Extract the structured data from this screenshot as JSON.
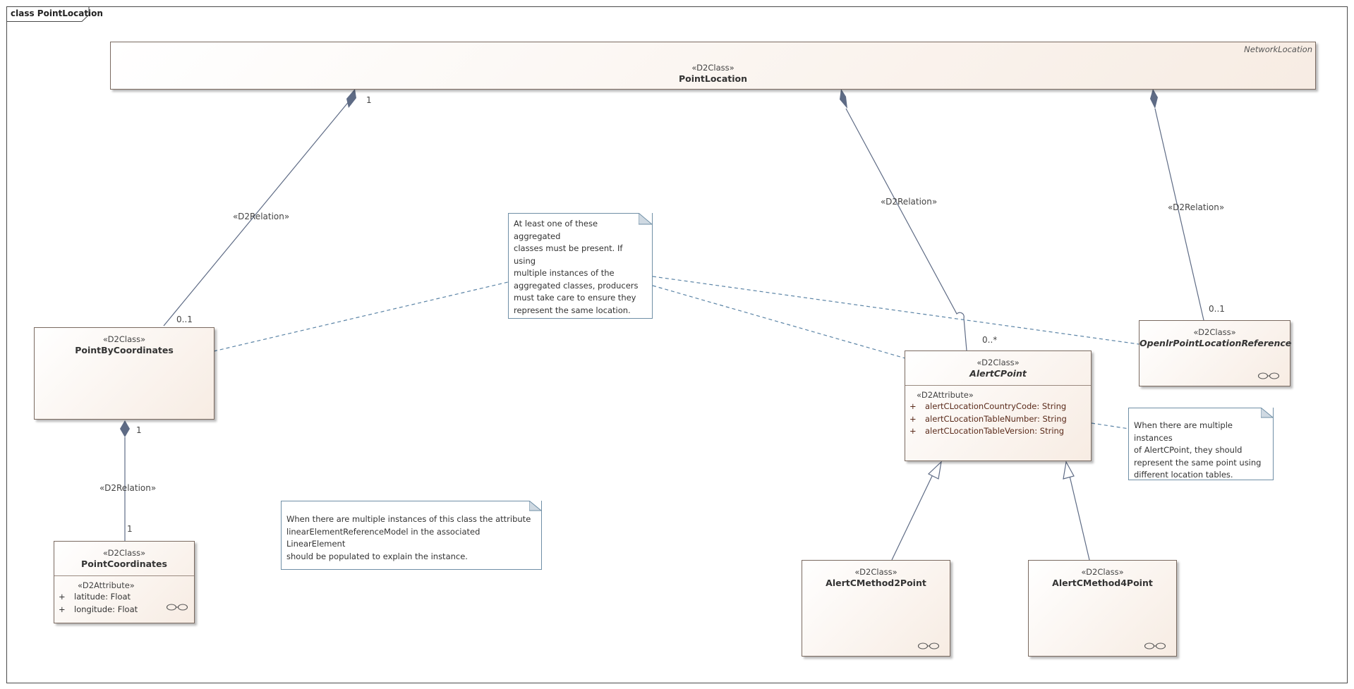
{
  "diagram": {
    "frame_title": "class PointLocation"
  },
  "classes": {
    "point_location": {
      "stereotype": "«D2Class»",
      "name": "PointLocation",
      "superclass": "NetworkLocation"
    },
    "point_by_coordinates": {
      "stereotype": "«D2Class»",
      "name": "PointByCoordinates"
    },
    "point_coordinates": {
      "stereotype": "«D2Class»",
      "name": "PointCoordinates",
      "attr_stereotype": "«D2Attribute»",
      "attributes": [
        {
          "vis": "+",
          "text": "latitude: Float"
        },
        {
          "vis": "+",
          "text": "longitude: Float"
        }
      ]
    },
    "alertc_point": {
      "stereotype": "«D2Class»",
      "name": "AlertCPoint",
      "attr_stereotype": "«D2Attribute»",
      "attributes": [
        {
          "vis": "+",
          "text": "alertCLocationCountryCode: String"
        },
        {
          "vis": "+",
          "text": "alertCLocationTableNumber: String"
        },
        {
          "vis": "+",
          "text": "alertCLocationTableVersion: String"
        }
      ]
    },
    "openlr_point_location_reference": {
      "stereotype": "«D2Class»",
      "name": "OpenlrPointLocationReference"
    },
    "alertc_method2_point": {
      "stereotype": "«D2Class»",
      "name": "AlertCMethod2Point"
    },
    "alertc_method4_point": {
      "stereotype": "«D2Class»",
      "name": "AlertCMethod4Point"
    }
  },
  "notes": {
    "aggregated_classes": "At least one of these aggregated\nclasses must be present. If using\nmultiple instances of the\naggregated classes, producers\nmust take care to ensure they\nrepresent the same location.",
    "linear_element": "When there are multiple instances of this class the attribute\nlinearElementReferenceModel in the associated LinearElement\nshould be populated to explain the instance.",
    "alertc_point": "When there are multiple instances\nof AlertCPoint, they should\nrepresent the same point using\ndifferent location tables."
  },
  "relations": {
    "stereotype": "«D2Relation»",
    "location_to_coordinates": {
      "source_mult": "1",
      "target_mult": "0..1"
    },
    "coordinates_to_point_coordinates": {
      "source_mult": "1",
      "target_mult": "1"
    },
    "location_to_alertc": {
      "target_mult": "0..*"
    },
    "location_to_openlr": {
      "target_mult": "0..1"
    }
  },
  "colors": {
    "class_border": "#7a6a60",
    "class_fill_start": "#ffffff",
    "class_fill_end": "#f7ece3",
    "connector": "#5e6b85",
    "note_border": "#6f8fa6",
    "note_link": "#5b84a6",
    "attribute_text": "#5a2a1a"
  },
  "icons": {
    "association_link": "link-icon"
  }
}
